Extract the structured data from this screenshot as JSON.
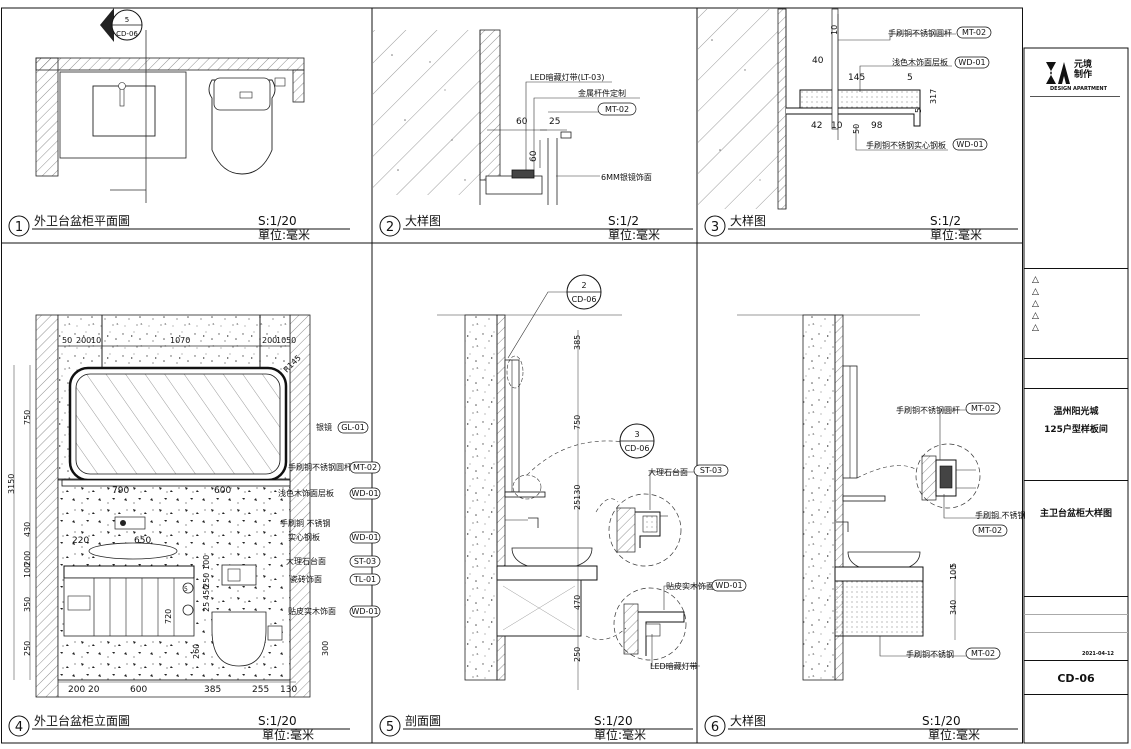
{
  "panels": [
    {
      "num": "1",
      "title": "外卫台盆柜平面圖",
      "scale": "S:1/20",
      "unit": "單位:毫米"
    },
    {
      "num": "2",
      "title": "大样图",
      "scale": "S:1/2",
      "unit": "單位:毫米"
    },
    {
      "num": "3",
      "title": "大样图",
      "scale": "S:1/2",
      "unit": "單位:毫米"
    },
    {
      "num": "4",
      "title": "外卫台盆柜立面圖",
      "scale": "S:1/20",
      "unit": "單位:毫米"
    },
    {
      "num": "5",
      "title": "剖面圖",
      "scale": "S:1/20",
      "unit": "單位:毫米"
    },
    {
      "num": "6",
      "title": "大样图",
      "scale": "S:1/20",
      "unit": "單位:毫米"
    }
  ],
  "p1": {
    "callout_num": "5",
    "callout_ref": "CD-06"
  },
  "p2": {
    "led": "LED暗藏灯带(LT-03)",
    "rod": "金属杆件定制",
    "rod_code": "MT-02",
    "mirror": "6MM银镜饰面",
    "d60a": "60",
    "d25": "25",
    "d60b": "60"
  },
  "p3": {
    "rod": "手刷铜不锈钢圆杆",
    "rod_code": "MT-02",
    "shelf": "浅色木饰面层板",
    "shelf_code": "WD-01",
    "plate": "手刷铜不锈钢实心钢板",
    "plate_code": "WD-01",
    "d10a": "10",
    "d40": "40",
    "d145": "145",
    "d5a": "5",
    "d5b": "5",
    "d317": "317",
    "d42": "42",
    "d10b": "10",
    "d50": "50",
    "d98": "98"
  },
  "p4": {
    "top_dims": [
      "50",
      "200",
      "10",
      "1070",
      "200",
      "10",
      "50"
    ],
    "r": "R145",
    "left_dims": [
      "750",
      "3150",
      "430",
      "200",
      "100",
      "350",
      "250"
    ],
    "mid_dims": [
      "790",
      "600"
    ],
    "d220": "220",
    "d650": "650",
    "stack_dims": [
      "250",
      "100",
      "450",
      "25"
    ],
    "d720": "720",
    "d260": "260",
    "d300": "300",
    "bottom_dims": [
      "200",
      "20",
      "600",
      "385",
      "255",
      "130"
    ],
    "labels": [
      {
        "text": "银镜",
        "code": "GL-01"
      },
      {
        "text": "手刷铜不锈钢圆杆",
        "code": "MT-02"
      },
      {
        "text": "浅色木饰面层板",
        "code": "WD-01"
      },
      {
        "text": "手刷铜 不锈钢",
        "code": ""
      },
      {
        "text": "实心钢板",
        "code": "WD-01"
      },
      {
        "text": "大理石台面",
        "code": "ST-03"
      },
      {
        "text": "瓷砖饰面",
        "code": "TL-01"
      },
      {
        "text": "贴皮实木饰面",
        "code": "WD-01"
      }
    ]
  },
  "p5": {
    "callout2": {
      "num": "2",
      "ref": "CD-06"
    },
    "callout3": {
      "num": "3",
      "ref": "CD-06"
    },
    "dims": [
      "385",
      "750",
      "25130",
      "470",
      "250"
    ],
    "marble": "大理石台面",
    "marble_code": "ST-03",
    "veneer": "贴皮实木饰面",
    "veneer_code": "WD-01",
    "led": "LED暗藏灯带"
  },
  "p6": {
    "rod": "手刷铜不锈钢圆杆",
    "rod_code": "MT-02",
    "rod2": "手刷铜 不锈钢",
    "rod2_code": "MT-02",
    "steel": "手刷铜不锈钢",
    "steel_code": "MT-02",
    "dims": [
      "5",
      "100",
      "340",
      "50"
    ]
  },
  "titleblock": {
    "brand_cn": "元境\n制作",
    "brand_en": "DESIGN APARTMENT",
    "project_1": "温州阳光城",
    "project_2": "125户型样板间",
    "drawing_title": "主卫台盆柜大样图",
    "sheet_no": "CD-06",
    "date": "2021-04-12"
  }
}
